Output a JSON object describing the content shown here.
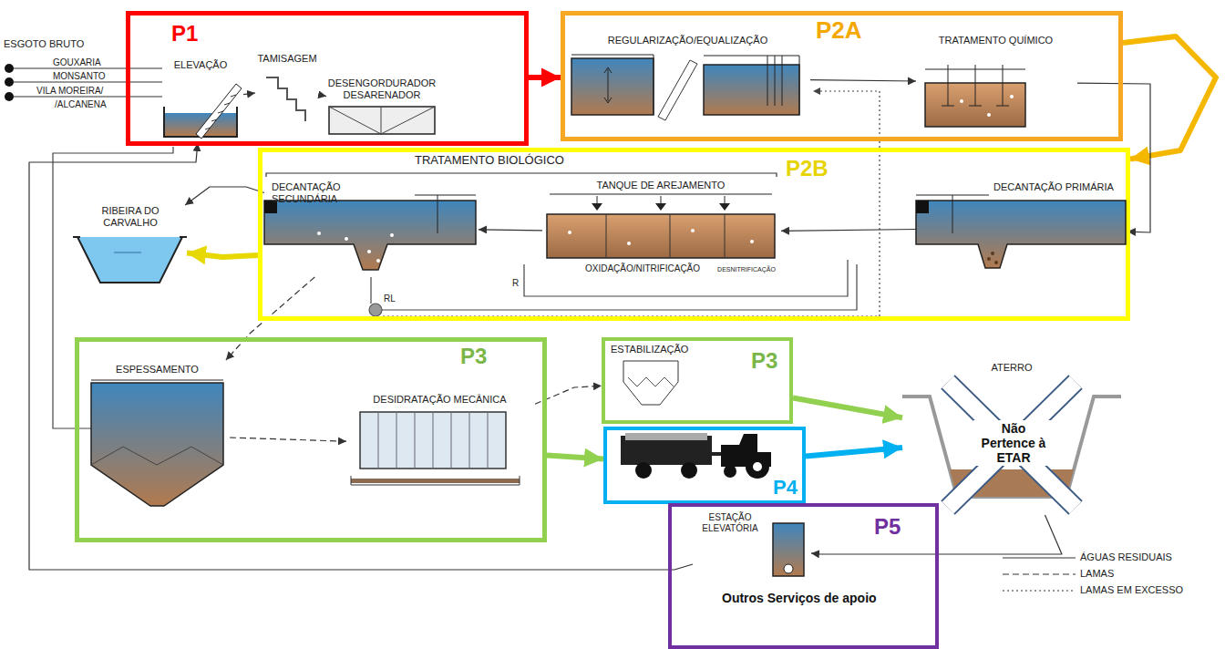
{
  "diagram": {
    "nodes": [
      {
        "text": [
          "P1"
        ]
      },
      {
        "text": [
          "ELEVAÇÃO"
        ],
        "in": 0
      },
      {
        "text": [
          "TAMISAGEM"
        ],
        "in": 0
      },
      {
        "text": [
          "DESENGORDURADOR DESARENADOR"
        ],
        "in": 0
      },
      {
        "text": [
          "P2A"
        ]
      },
      {
        "text": [
          "REGULARIZAÇÃO/EQUALIZAÇÃO"
        ],
        "in": 4
      },
      {
        "text": [
          "TRATAMENTO QUÍMICO"
        ],
        "in": 4
      },
      {
        "text": [
          "RIBEIRA DO CARVALHO"
        ]
      },
      {
        "text": [
          "P2B"
        ]
      },
      {
        "text": [
          "DECANTAÇÃO SECUNDÁRIA"
        ],
        "in": 8
      },
      {
        "text": [
          "TANQUE DE AREJAMENTO",
          "OXIDAÇÃO/NITRIFICAÇÃO",
          "DESNITRIFICAÇÃO"
        ],
        "in": 8
      },
      {
        "text": [
          "DECANTAÇÃO PRIMÁRIA"
        ],
        "in": 8
      },
      {
        "text": [
          "P3"
        ]
      },
      {
        "text": [
          "ESPESSAMENTO"
        ],
        "in": 12
      },
      {
        "text": [
          "DESIDRATAÇÃO MECÂNICA"
        ],
        "in": 12
      },
      {
        "text": [
          "ESTABILIZAÇÃO",
          "P3"
        ]
      },
      {
        "text": [
          "P4"
        ]
      },
      {
        "text": [
          "ATERRO",
          "Não Pertence à ETAR"
        ]
      },
      {
        "text": [
          "P5",
          "Outros Serviços de apoio"
        ]
      },
      {
        "text": [
          "ESTAÇÃO ELEVATÓRIA"
        ],
        "in": 18
      }
    ],
    "edges": [
      {
        "from": 1,
        "to": 2,
        "arrow": "to"
      },
      {
        "from": 2,
        "to": 3,
        "arrow": "to"
      },
      {
        "from": 0,
        "to": 4,
        "arrow": "to"
      },
      {
        "from": 5,
        "to": 6,
        "arrow": "to"
      },
      {
        "from": 4,
        "to": 8,
        "arrow": "to"
      },
      {
        "from": 6,
        "to": 11,
        "arrow": "to"
      },
      {
        "from": 11,
        "to": 10,
        "arrow": "to"
      },
      {
        "from": 10,
        "to": 9,
        "arrow": "to"
      },
      {
        "from": 9,
        "to": 7,
        "arrow": "to"
      },
      {
        "from": 8,
        "to": 7,
        "arrow": "to"
      },
      {
        "from": 9,
        "to": 13,
        "arrow": "to"
      },
      {
        "from": 13,
        "to": 14,
        "arrow": "to"
      },
      {
        "from": 14,
        "to": 15,
        "arrow": "to"
      },
      {
        "from": 12,
        "to": 16,
        "arrow": "to"
      },
      {
        "from": 15,
        "to": 17,
        "arrow": "to"
      },
      {
        "from": 16,
        "to": 17,
        "arrow": "to"
      },
      {
        "from": 17,
        "to": 19,
        "arrow": "to"
      },
      {
        "from": 19,
        "to": 1,
        "arrow": "to"
      }
    ],
    "labels": [
      "ESGOTO BRUTO",
      "GOUXARIA",
      "MONSANTO",
      "VILA MOREIRA/",
      "/ALCANENA",
      "TRATAMENTO BIOLÓGICO",
      "R",
      "RL"
    ],
    "legend": [
      {
        "text": "ÁGUAS RESIDUAIS"
      },
      {
        "text": "LAMAS"
      },
      {
        "text": "LAMAS EM EXCESSO"
      }
    ]
  }
}
